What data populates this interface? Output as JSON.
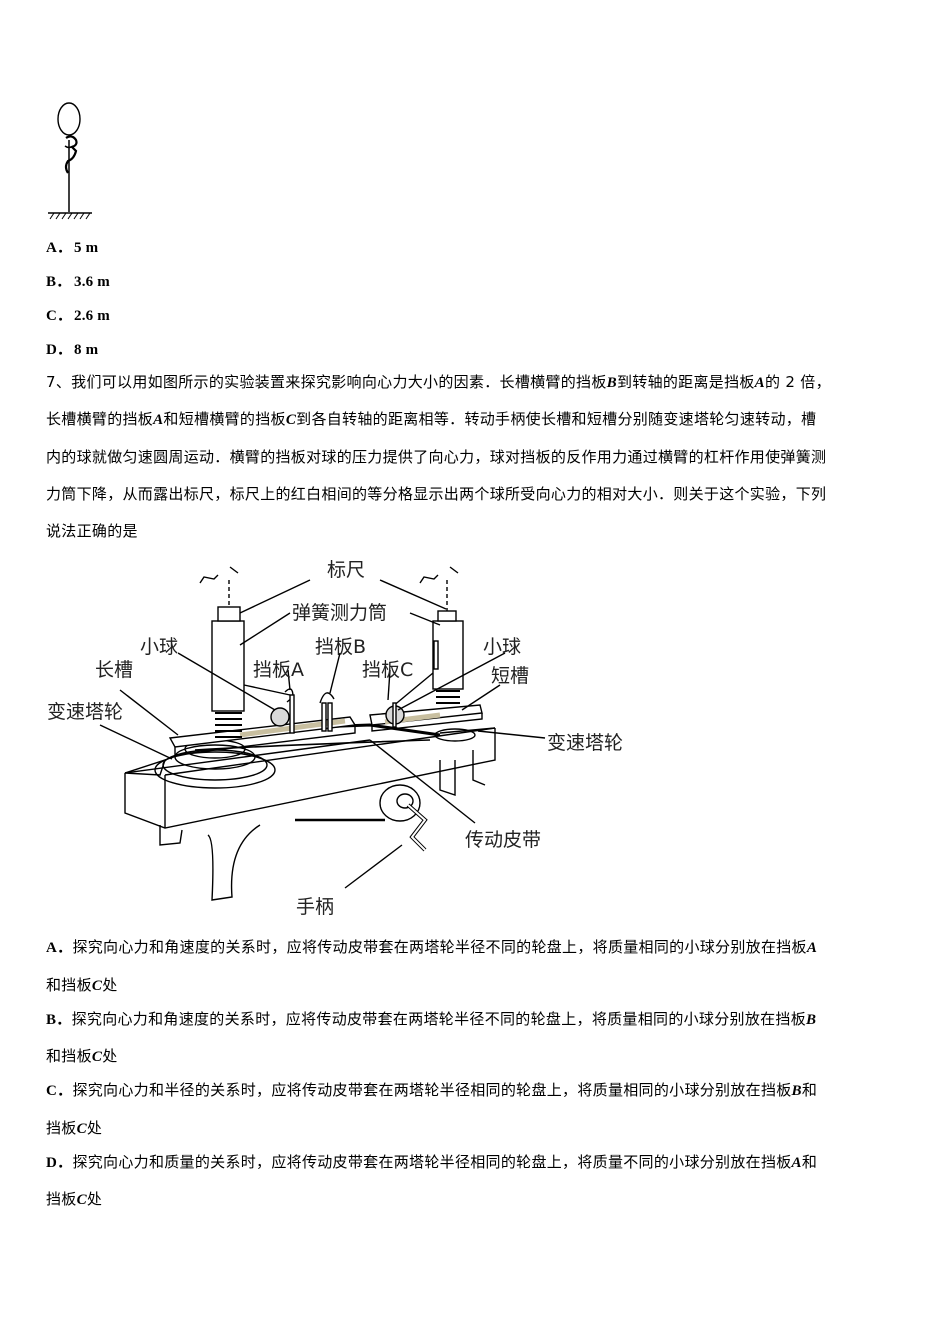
{
  "prev_question": {
    "figure": {
      "description": "stick figure climbing a pole holding a balloon-shaped loop above, standing on hatched ground"
    },
    "options": [
      {
        "label": "A．",
        "text": "5 m"
      },
      {
        "label": "B．",
        "text": "3.6 m"
      },
      {
        "label": "C．",
        "text": "2.6 m"
      },
      {
        "label": "D．",
        "text": "8 m"
      }
    ]
  },
  "question7": {
    "stem_lines": [
      [
        "7、我们可以用如图所示的实验装置来探究影响向心力大小的因素．长槽横臂的挡板",
        "B",
        "到转轴的距离是挡板",
        "A",
        "的 2 倍，"
      ],
      [
        "长槽横臂的挡板",
        "A",
        "和短槽横臂的挡板",
        "C",
        "到各自转轴的距离相等．转动手柄使长槽和短槽分别随变速塔轮匀速转动，槽"
      ],
      [
        "内的球就做匀速圆周运动．横臂的挡板对球的压力提供了向心力，球对挡板的反作用力通过横臂的杠杆作用使弹簧测"
      ],
      [
        "力筒下降，从而露出标尺，标尺上的红白相间的等分格显示出两个球所受向心力的相对大小．则关于这个实验，下列"
      ],
      [
        "说法正确的是"
      ]
    ],
    "figure_labels": {
      "ruler": "标尺",
      "spring_cylinder": "弹簧测力筒",
      "ball_left": "小球",
      "ball_right": "小球",
      "baffle_a": "挡板A",
      "baffle_b": "挡板B",
      "baffle_c": "挡板C",
      "long_groove": "长槽",
      "short_groove": "短槽",
      "pulley_left": "变速塔轮",
      "pulley_right": "变速塔轮",
      "belt": "传动皮带",
      "handle": "手柄"
    },
    "options": [
      {
        "label": "A．",
        "line1": [
          "探究向心力和角速度的关系时，应将传动皮带套在两塔轮半径不同的轮盘上，将质量相同的小球分别放在挡板",
          "A"
        ],
        "line2": [
          "和挡板",
          "C",
          "处"
        ]
      },
      {
        "label": "B．",
        "line1": [
          "探究向心力和角速度的关系时，应将传动皮带套在两塔轮半径不同的轮盘上，将质量相同的小球分别放在挡板",
          "B"
        ],
        "line2": [
          "和挡板",
          "C",
          "处"
        ]
      },
      {
        "label": "C．",
        "line1": [
          "探究向心力和半径的关系时，应将传动皮带套在两塔轮半径相同的轮盘上，将质量相同的小球分别放在挡板",
          "B",
          "和"
        ],
        "line2": [
          "挡板",
          "C",
          "处"
        ]
      },
      {
        "label": "D．",
        "line1": [
          "探究向心力和质量的关系时，应将传动皮带套在两塔轮半径相同的轮盘上，将质量不同的小球分别放在挡板",
          "A",
          "和"
        ],
        "line2": [
          "挡板",
          "C",
          "处"
        ]
      }
    ],
    "colors": {
      "groove_strip": "#c8bfa0",
      "ball_fill": "#d9d9d9",
      "line": "#000000"
    }
  }
}
